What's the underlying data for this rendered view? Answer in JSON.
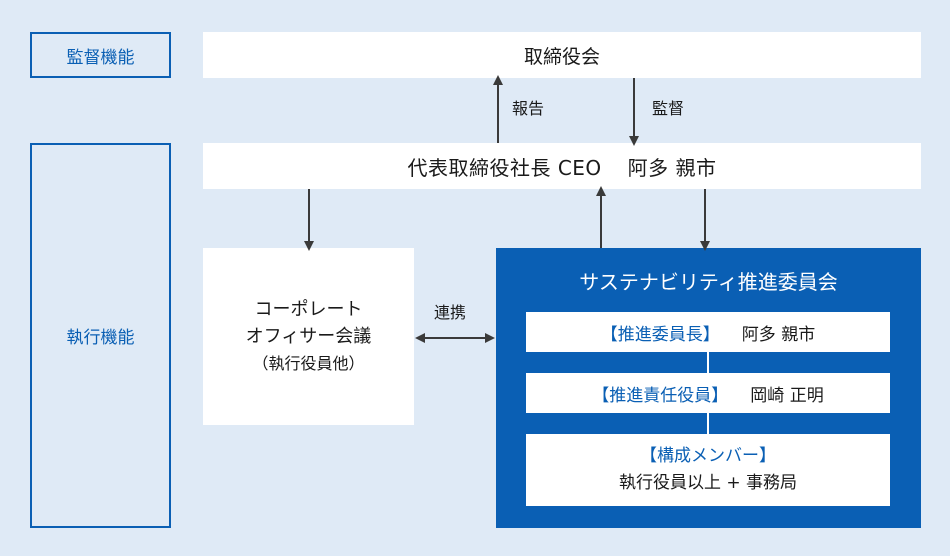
{
  "side_labels": {
    "supervision": "監督機能",
    "execution": "執行機能"
  },
  "board": {
    "title": "取締役会"
  },
  "ceo": {
    "role": "代表取締役社長 CEO",
    "name": "阿多 親市"
  },
  "connectors": {
    "report": "報告",
    "supervise": "監督",
    "collaborate": "連携"
  },
  "corporate_officers": {
    "line1": "コーポレート",
    "line2": "オフィサー会議",
    "line3": "（執行役員他）"
  },
  "committee": {
    "title": "サステナビリティ推進委員会",
    "chair": {
      "key": "【推進委員長】",
      "name": "阿多 親市"
    },
    "officer": {
      "key": "【推進責任役員】",
      "name": "岡崎 正明"
    },
    "members": {
      "key": "【構成メンバー】",
      "value": "執行役員以上 + 事務局"
    }
  },
  "colors": {
    "background": "#dfeaf6",
    "accent": "#0a5fb4",
    "arrow": "#3a3a3a",
    "box": "#ffffff"
  }
}
